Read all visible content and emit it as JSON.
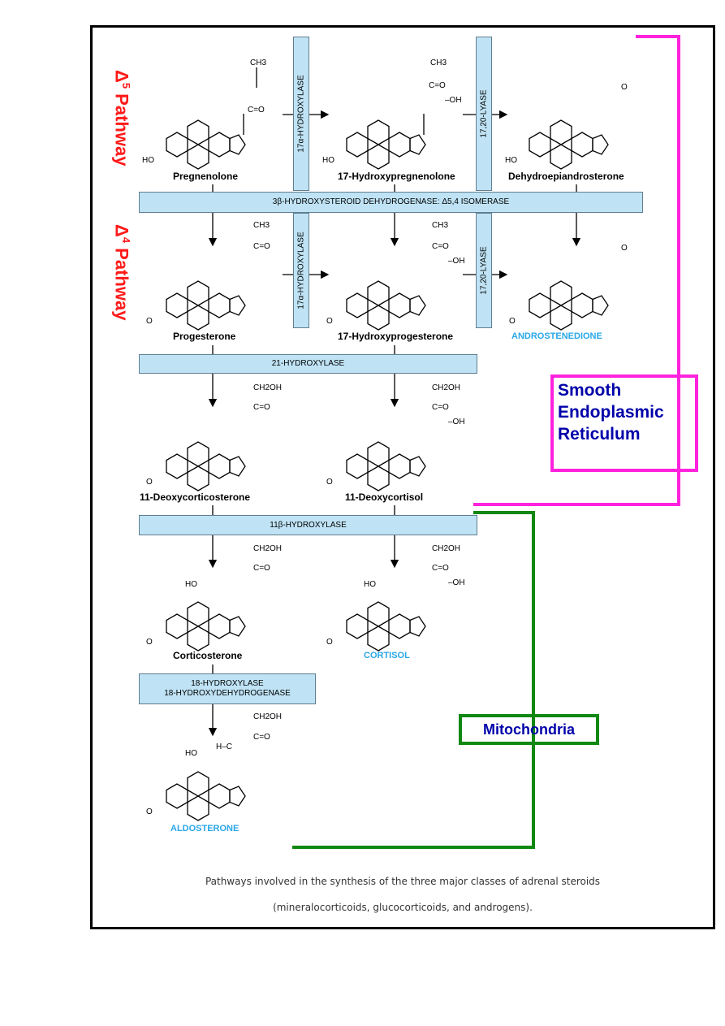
{
  "pathways": {
    "delta5": {
      "symbol": "Δ",
      "sup": "5",
      "word": "Pathway"
    },
    "delta4": {
      "symbol": "Δ",
      "sup": "4",
      "word": "Pathway"
    }
  },
  "enzymes": {
    "hydroxylase17_top": "17α-HYDROXYLASE",
    "lyase_top": "17,20-LYASE",
    "hsd3b": "3β-HYDROXYSTEROID DEHYDROGENASE: Δ5,4 ISOMERASE",
    "hydroxylase17_mid": "17α-HYDROXYLASE",
    "lyase_mid": "17,20-LYASE",
    "hydroxylase21": "21-HYDROXYLASE",
    "hydroxylase11b": "11β-HYDROXYLASE",
    "hydroxylase18_line1": "18-HYDROXYLASE",
    "hydroxylase18_line2": "18-HYDROXYDEHYDROGENASE"
  },
  "compounds": {
    "pregnenolone": "Pregnenolone",
    "hydroxypregnenolone": "17-Hydroxypregnenolone",
    "dhea": "Dehydroepiandrosterone",
    "progesterone": "Progesterone",
    "hydroxyprogesterone": "17-Hydroxyprogesterone",
    "androstenedione": "ANDROSTENEDIONE",
    "deoxycorticosterone": "11-Deoxycorticosterone",
    "deoxycortisol": "11-Deoxycortisol",
    "corticosterone": "Corticosterone",
    "cortisol": "CORTISOL",
    "aldosterone": "ALDOSTERONE"
  },
  "atoms": {
    "ch3": "CH3",
    "ch2oh": "CH2OH",
    "co": "C=O",
    "oh": "–OH",
    "ho": "HO",
    "o": "O",
    "hc": "H–C"
  },
  "organelles": {
    "ser_line1": "Smooth",
    "ser_line2": "Endoplasmic",
    "ser_line3": "Reticulum",
    "mito": "Mitochondria"
  },
  "caption": {
    "line1": "Pathways involved in the synthesis of the three major classes of adrenal steroids",
    "line2": "(mineralocorticoids, glucocorticoids, and androgens)."
  },
  "colors": {
    "ser": "#ff22dd",
    "mito": "#118811",
    "enzyme_fill": "#bfe3f5",
    "highlight": "#2aa7e8",
    "pathway": "#ff1a1a",
    "organelle_text": "#0000aa"
  }
}
